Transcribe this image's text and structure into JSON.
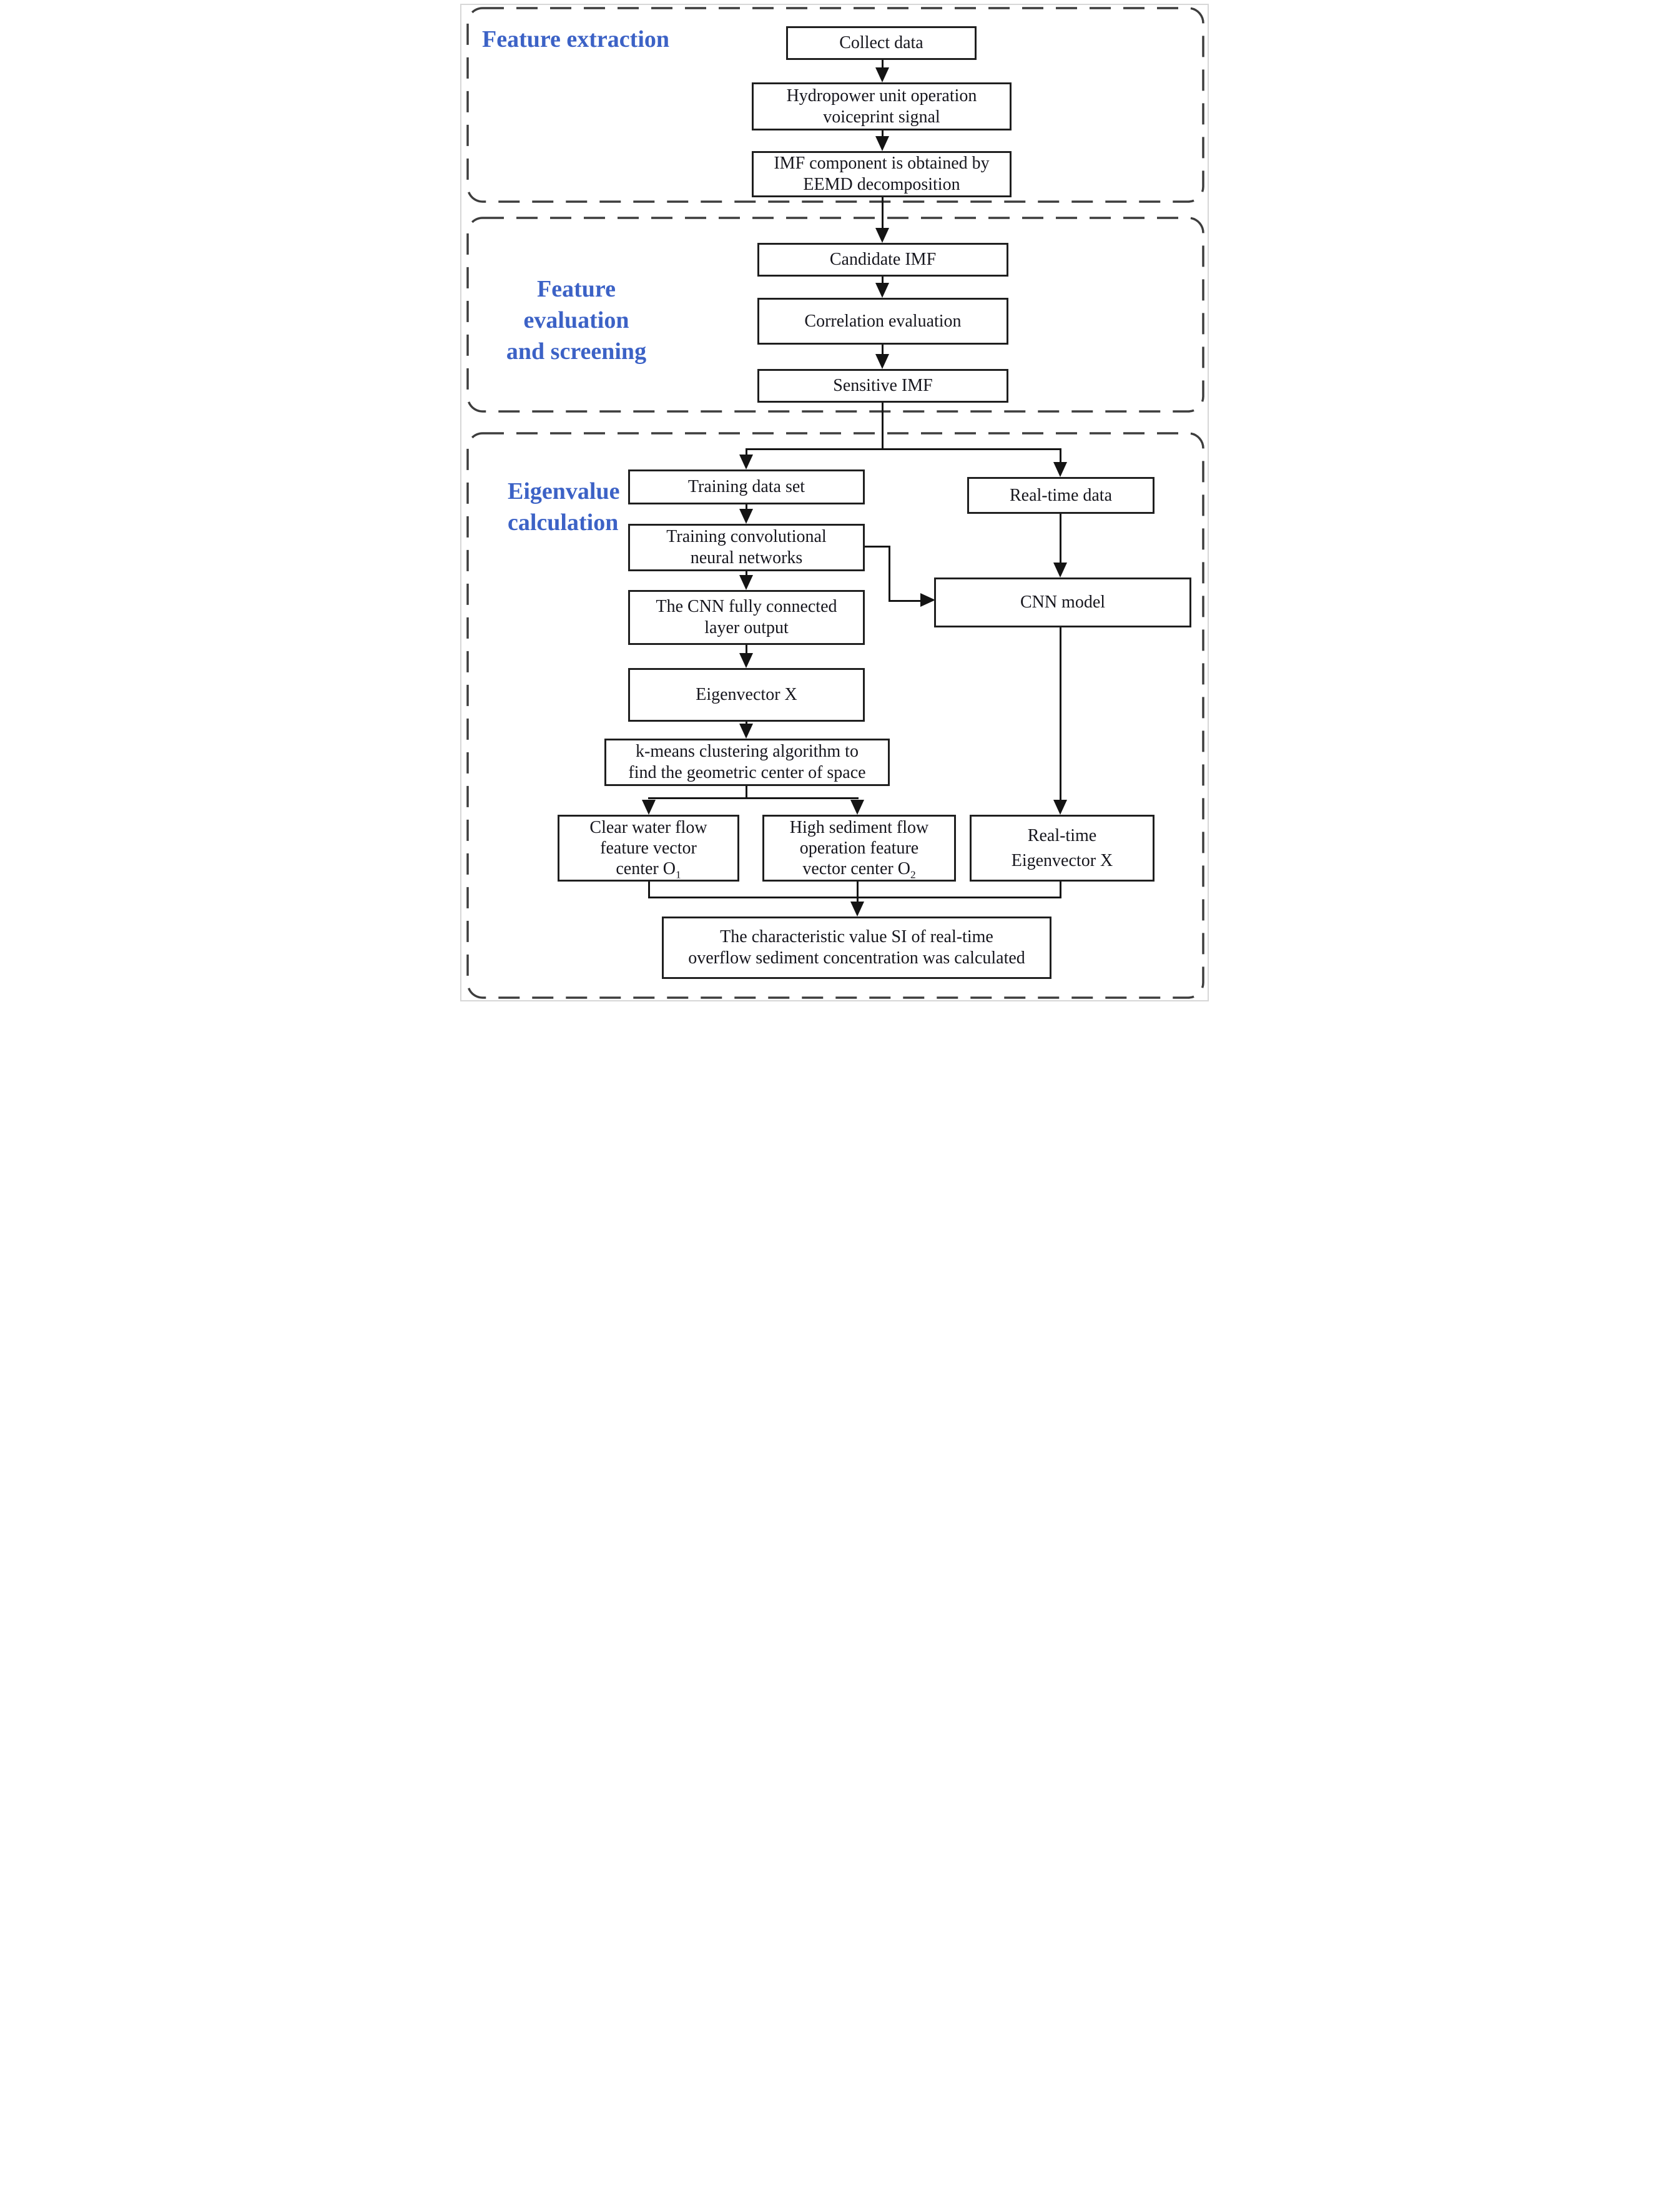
{
  "figure": {
    "type": "flowchart",
    "description": "Flow diagram of feature extraction, feature evaluation and screening, and eigenvalue calculation for hydropower unit voiceprint sediment detection"
  },
  "colors": {
    "section_title_blue": "#3c62c6",
    "box_border": "#1f1f1f",
    "arrow_black": "#141414",
    "dashed_border": "#3d3d3d",
    "background": "#ffffff"
  },
  "sections": {
    "feature_extraction": {
      "title": "Feature extraction"
    },
    "feature_evaluation": {
      "title_line1": "Feature evaluation",
      "title_line2": "and screening"
    },
    "eigenvalue_calculation": {
      "title_line1": "Eigenvalue",
      "title_line2": "calculation"
    }
  },
  "boxes": {
    "collect_data": {
      "lines": [
        "Collect data"
      ]
    },
    "hydropower_signal": {
      "lines": [
        "Hydropower unit operation",
        "voiceprint signal"
      ]
    },
    "imf_component": {
      "lines": [
        "IMF component is obtained by",
        "EEMD decomposition"
      ]
    },
    "candidate_imf": {
      "lines": [
        "Candidate IMF"
      ]
    },
    "correlation_evaluation": {
      "lines": [
        "Correlation evaluation"
      ]
    },
    "sensitive_imf": {
      "lines": [
        "Sensitive IMF"
      ]
    },
    "training_data_set": {
      "lines": [
        "Training data set"
      ]
    },
    "training_cnn": {
      "lines": [
        "Training convolutional",
        "neural networks"
      ]
    },
    "cnn_fc_output": {
      "lines": [
        "The CNN fully connected",
        "layer output"
      ]
    },
    "eigenvector_x": {
      "lines": [
        "Eigenvector X"
      ]
    },
    "kmeans": {
      "lines": [
        "k-means clustering algorithm to",
        "find the geometric center of space"
      ]
    },
    "clear_water": {
      "lines": [
        "Clear water flow",
        "feature vector"
      ],
      "line3_base": "center O",
      "line3_sub": "1"
    },
    "high_sediment": {
      "lines": [
        "High sediment flow",
        "operation feature"
      ],
      "line3_base": "vector center O",
      "line3_sub": "2"
    },
    "realtime_data": {
      "lines": [
        "Real-time data"
      ]
    },
    "cnn_model": {
      "lines": [
        "CNN model"
      ]
    },
    "realtime_eigenvector": {
      "lines": [
        "Real-time",
        "Eigenvector X"
      ]
    },
    "si_calculated": {
      "lines": [
        "The characteristic value SI of real-time",
        "overflow sediment concentration was calculated"
      ]
    }
  }
}
